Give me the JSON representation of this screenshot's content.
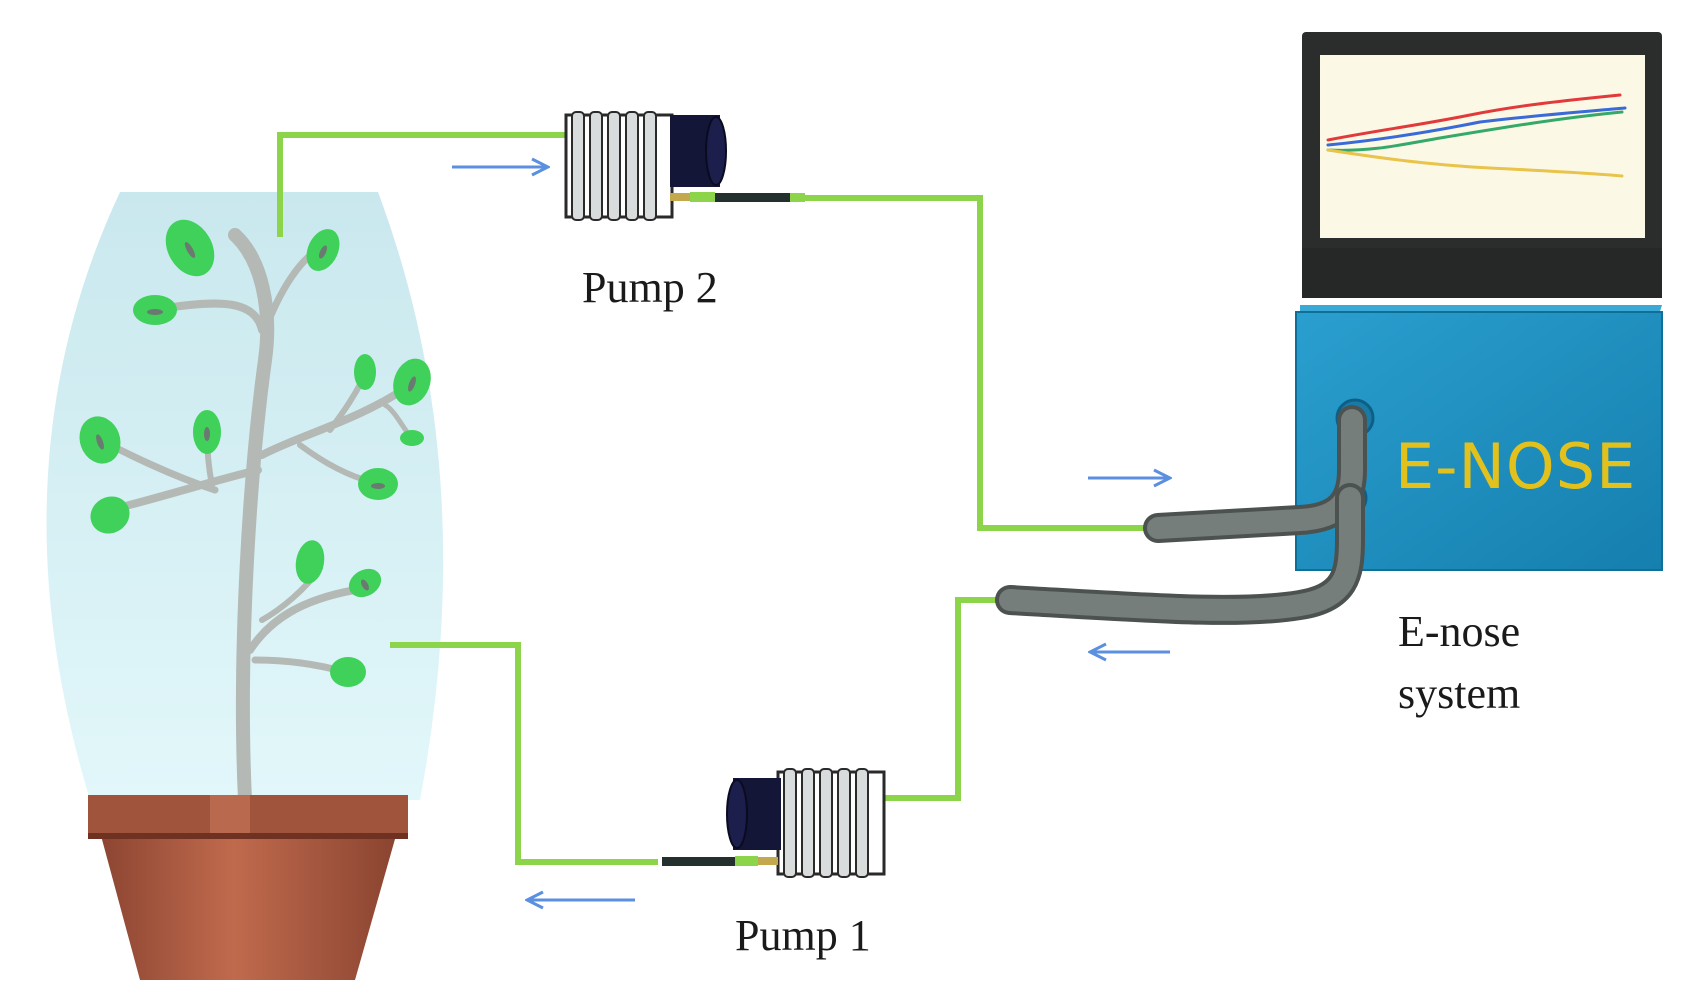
{
  "labels": {
    "pump2": "Pump 2",
    "pump1": "Pump 1",
    "device": "E-NOSE",
    "system_line1": "E-nose",
    "system_line2": "system"
  },
  "colors": {
    "tube": "#8cd44a",
    "arrow": "#5b8fe0",
    "device_body": "#1f92c2",
    "device_text": "#e3c11d",
    "pot": "#a1543c",
    "leaf": "#3fd15a",
    "stem": "#b4b9b5",
    "chamber": "#d6f1f5",
    "hose": "#707876"
  },
  "screen_traces": [
    "#e2393a",
    "#3a6ad8",
    "#35a96a",
    "#e9c34a"
  ],
  "icons": [
    "plant-icon",
    "pot-icon",
    "pump-icon",
    "arrow-icon",
    "monitor-icon",
    "enose-device-icon",
    "hose-icon"
  ]
}
